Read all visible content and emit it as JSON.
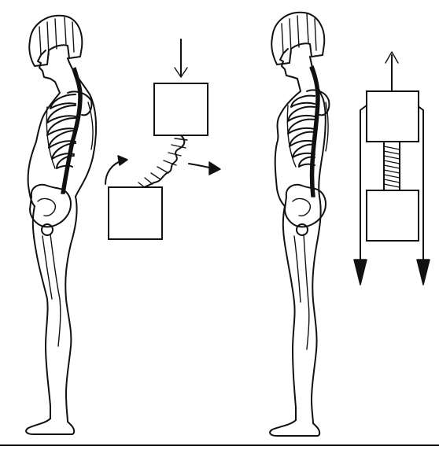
{
  "figure": {
    "panels": [
      {
        "id": "poor-posture",
        "arrows": [
          "down",
          "twist-left",
          "twist-right"
        ]
      },
      {
        "id": "good-posture",
        "arrows": [
          "up",
          "down-left",
          "down-right"
        ]
      }
    ],
    "colors": {
      "ink": "#111111",
      "paper": "#ffffff"
    },
    "icons": [
      "arrow-down-icon",
      "arrow-up-icon",
      "curved-arrow-icon"
    ]
  }
}
